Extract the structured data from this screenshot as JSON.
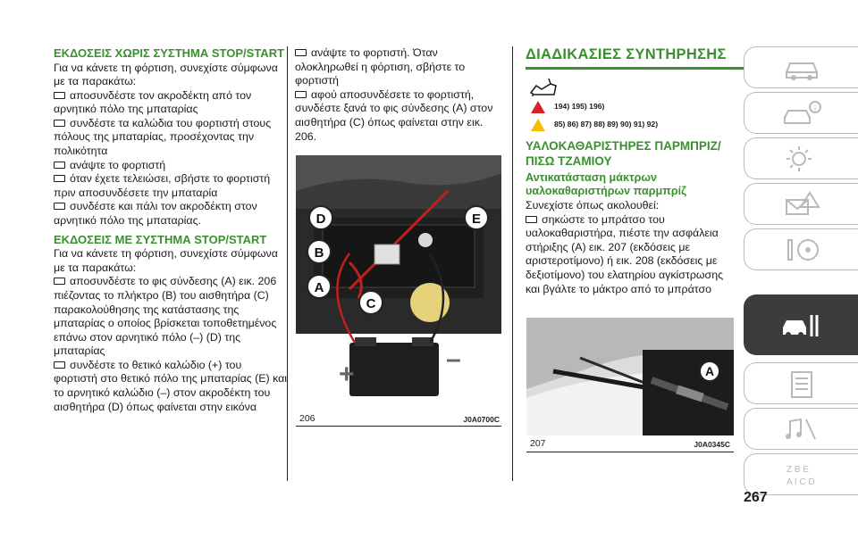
{
  "col1": {
    "h1": "ΕΚΔΟΣΕΙΣ ΧΩΡΙΣ ΣΥΣΤΗΜΑ STOP/START",
    "intro1": "Για να κάνετε τη φόρτιση, συνεχίστε σύμφωνα με τα παρακάτω:",
    "b1": "αποσυνδέστε τον ακροδέκτη από τον αρνητικό πόλο της μπαταρίας",
    "b2": "συνδέστε τα καλώδια του φορτιστή στους πόλους της μπαταρίας, προσέχοντας την πολικότητα",
    "b3": "ανάψτε το φορτιστή",
    "b4": "όταν έχετε τελειώσει, σβήστε το φορτιστή πριν αποσυνδέσετε την μπαταρία",
    "b5": "συνδέστε και πάλι τον ακροδέκτη στον αρνητικό πόλο της μπαταρίας.",
    "h2": "ΕΚΔΟΣΕΙΣ ΜΕ ΣΥΣΤΗΜΑ STOP/START",
    "intro2": "Για να κάνετε τη φόρτιση, συνεχίστε σύμφωνα με τα παρακάτω:",
    "c1": "αποσυνδέστε το φις σύνδεσης (A) εικ. 206 πιέζοντας το πλήκτρο (B) του αισθητήρα (C) παρακολούθησης της κατάστασης της μπαταρίας ο οποίος βρίσκεται τοποθετημένος επάνω στον αρνητικό πόλο (–) (D) της μπαταρίας",
    "c2": "συνδέστε το θετικό καλώδιο (+) του φορτιστή στο θετικό πόλο της μπαταρίας (E) και το αρνητικό καλώδιο (–) στον ακροδέκτη του αισθητήρα (D) όπως φαίνεται στην εικόνα"
  },
  "col2": {
    "b1": "ανάψτε το φορτιστή. Όταν ολοκληρωθεί η φόρτιση, σβήστε το φορτιστή",
    "b2": "αφού αποσυνδέσετε το φορτιστή, συνδέστε ξανά το φις σύνδεσης (A) στον αισθητήρα (C) όπως φαίνεται στην εικ. 206.",
    "fig_num": "206",
    "fig_code": "J0A0700C",
    "labels": {
      "d": "D",
      "e": "E",
      "b": "B",
      "a": "A",
      "c": "C",
      "plus": "+",
      "minus": "–"
    }
  },
  "col3": {
    "h_big": "ΔΙΑΔΙΚΑΣΙΕΣ ΣΥΝΤΗΡΗΣΗΣ",
    "warn_red": "194)  195)  196)",
    "warn_yel": "85)  86)  87)  88)  89)  90)  91)  92)",
    "h2": "ΥΑΛΟΚΑΘΑΡΙΣΤΗΡΕΣ ΠΑΡΜΠΡΙΖ/ΠΙΣΩ ΤΖΑΜΙΟΥ",
    "h3": "Αντικατάσταση μάκτρων υαλοκαθαριστήρων παρμπρίζ",
    "intro": "Συνεχίστε όπως ακολουθεί:",
    "b1": "σηκώστε το μπράτσο του υαλοκαθαριστήρα, πιέστε την ασφάλεια στήριξης (A) εικ. 207 (εκδόσεις με αριστεροτίμονο) ή εικ. 208 (εκδόσεις με δεξιοτίμονο) του ελατηρίου αγκίστρωσης και βγάλτε το μάκτρο από το μπράτσο",
    "fig_num": "207",
    "fig_code": "J0A0345C",
    "fig_label": "A"
  },
  "page_number": "267",
  "nav_icons": [
    "car-dashboard-icon",
    "car-info-icon",
    "light-sun-icon",
    "envelope-warning-icon",
    "steering-wheel-icon",
    "car-wrench-icon",
    "list-document-icon",
    "media-music-icon",
    "alphabet-index-icon"
  ],
  "active_tab_index": 5,
  "colors": {
    "heading_green": "#3a8f2e",
    "active_tab": "#3c3c3c",
    "warn_red": "#d9232a",
    "warn_yellow": "#f2c000"
  }
}
